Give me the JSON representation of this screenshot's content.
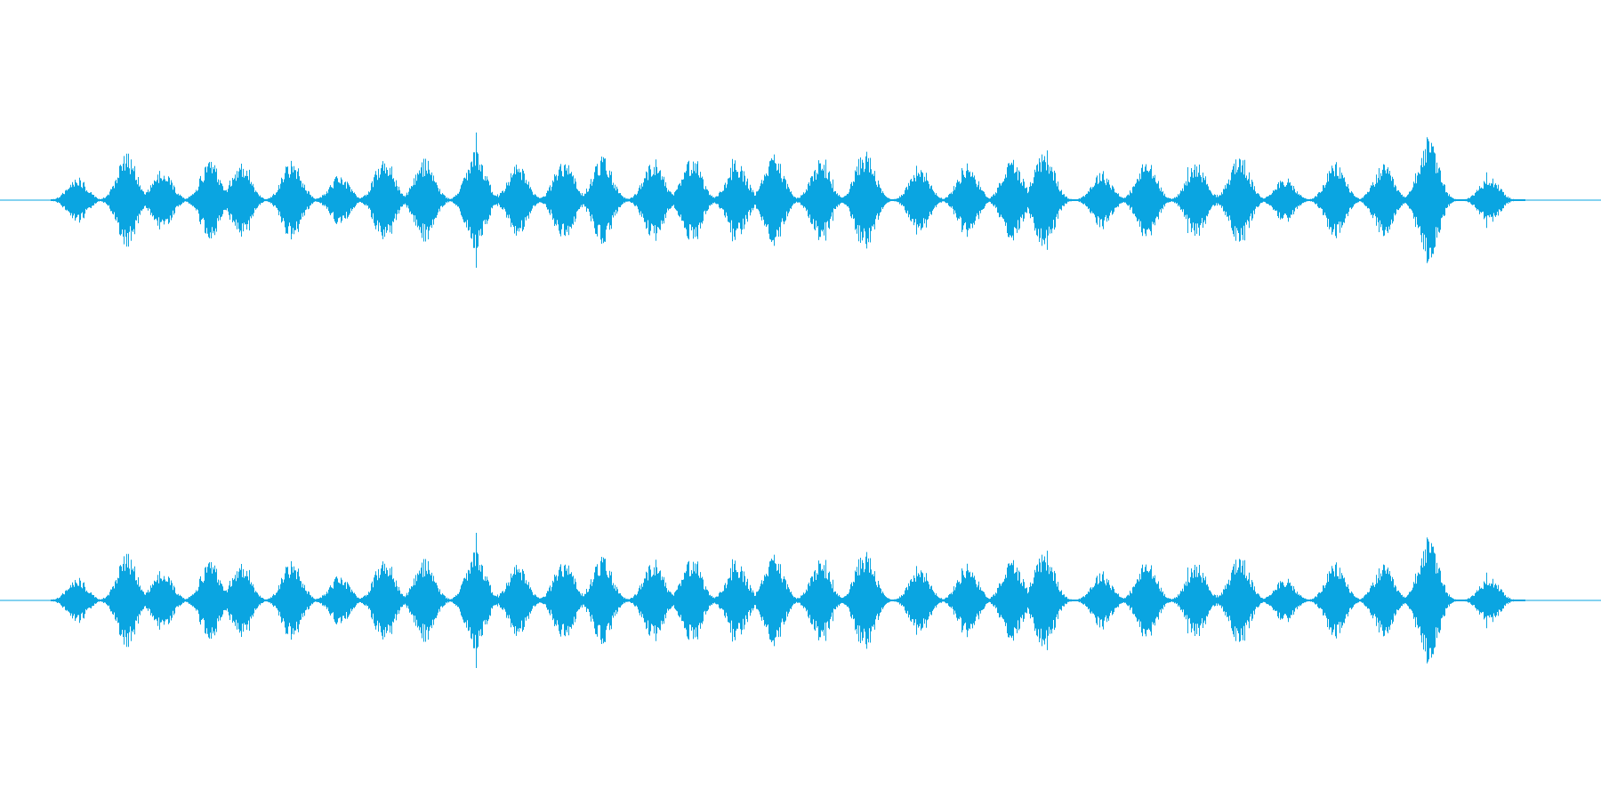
{
  "waveform": {
    "color": "#0aa5e1",
    "channels": [
      {
        "channel": "left"
      },
      {
        "channel": "right"
      }
    ],
    "pulses": [
      {
        "t": 0.048,
        "amp": 0.22
      },
      {
        "t": 0.079,
        "amp": 0.45
      },
      {
        "t": 0.101,
        "amp": 0.3
      },
      {
        "t": 0.131,
        "amp": 0.38
      },
      {
        "t": 0.15,
        "amp": 0.36
      },
      {
        "t": 0.182,
        "amp": 0.38
      },
      {
        "t": 0.212,
        "amp": 0.24
      },
      {
        "t": 0.24,
        "amp": 0.42
      },
      {
        "t": 0.265,
        "amp": 0.4
      },
      {
        "t": 0.297,
        "amp": 0.46
      },
      {
        "t": 0.323,
        "amp": 0.34
      },
      {
        "t": 0.352,
        "amp": 0.4
      },
      {
        "t": 0.376,
        "amp": 0.42
      },
      {
        "t": 0.408,
        "amp": 0.4
      },
      {
        "t": 0.432,
        "amp": 0.4
      },
      {
        "t": 0.46,
        "amp": 0.38
      },
      {
        "t": 0.483,
        "amp": 0.44
      },
      {
        "t": 0.512,
        "amp": 0.36
      },
      {
        "t": 0.54,
        "amp": 0.48
      },
      {
        "t": 0.574,
        "amp": 0.34
      },
      {
        "t": 0.604,
        "amp": 0.36
      },
      {
        "t": 0.632,
        "amp": 0.4
      },
      {
        "t": 0.652,
        "amp": 0.5
      },
      {
        "t": 0.688,
        "amp": 0.28
      },
      {
        "t": 0.716,
        "amp": 0.38
      },
      {
        "t": 0.747,
        "amp": 0.36
      },
      {
        "t": 0.774,
        "amp": 0.44
      },
      {
        "t": 0.802,
        "amp": 0.22
      },
      {
        "t": 0.834,
        "amp": 0.36
      },
      {
        "t": 0.864,
        "amp": 0.34
      },
      {
        "t": 0.892,
        "amp": 0.6
      },
      {
        "t": 0.93,
        "amp": 0.24
      }
    ]
  }
}
